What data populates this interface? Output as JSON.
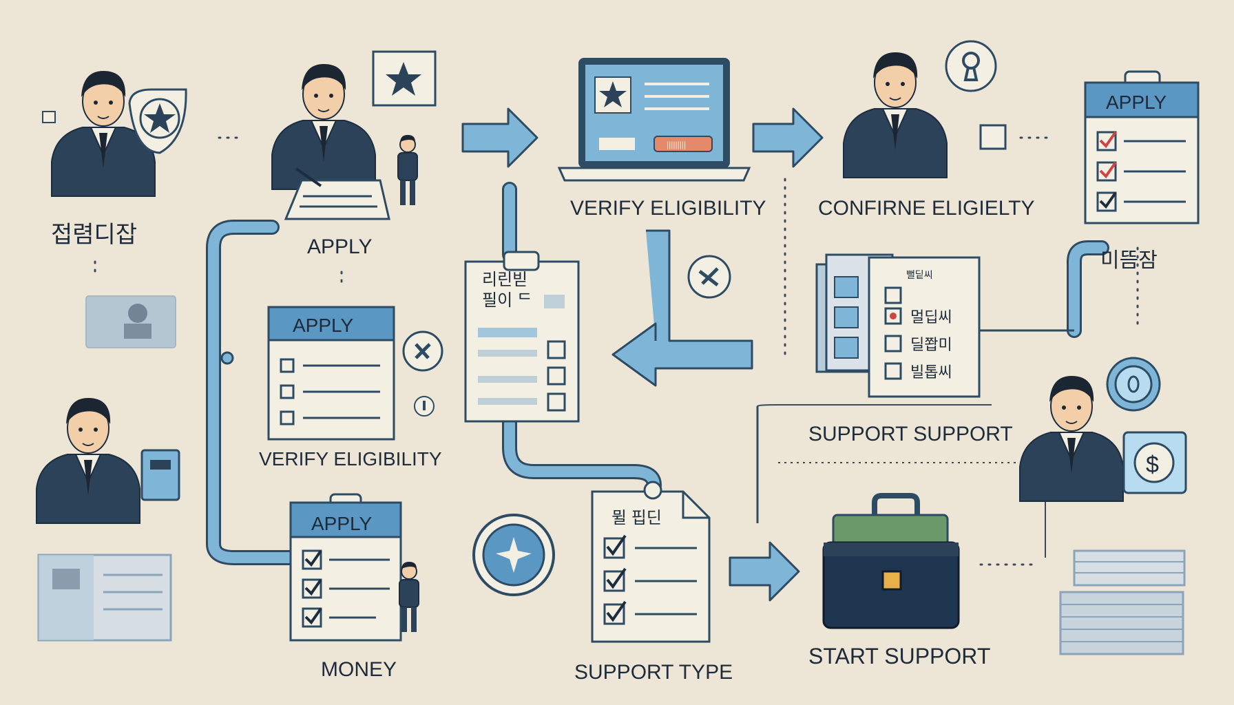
{
  "labels": {
    "left_korean": "접렴디잡",
    "apply_top": "APPLY",
    "verify_top": "VERIFY ELIGIBILITY",
    "confirm_top": "CONFIRNE ELIGIELTY",
    "verify_mid": "VERIFY ELIGIBILITY",
    "money": "MONEY",
    "support_type": "SUPPORT TYPE",
    "start_support": "START SUPPORT",
    "support_support": "SUPPORT SUPPORT",
    "right_korean": "미뜸잠"
  },
  "forms": {
    "apply_right": "APPLY",
    "apply_mid": "APPLY",
    "apply_bottom": "APPLY",
    "clipboard_mid_title_1": "리린빋",
    "clipboard_mid_title_2": "필이 ᄃ",
    "support_type_title": "뮐 핍딘",
    "checklist_title": "뻘딭씨",
    "checklist_items": [
      "멀딥씨",
      "딜쫩미",
      "빌톱씨"
    ],
    "laptop_button": "|||||||||"
  },
  "icons": [
    "star-icon",
    "key-hole-icon",
    "coin-icon",
    "dollar-icon",
    "briefcase-icon",
    "cash-stack-icon",
    "check-icon"
  ],
  "colors": {
    "background": "#ede6d6",
    "accent": "#7fb6d8",
    "ink": "#2d4b63",
    "suit": "#2b4259"
  }
}
